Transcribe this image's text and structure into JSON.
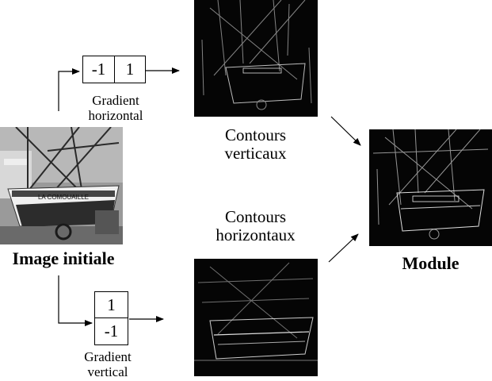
{
  "input": {
    "caption": "Image initiale",
    "boat_name": "LA COMOUAILLE"
  },
  "kernels": {
    "horizontal": {
      "cells": [
        "-1",
        "1"
      ],
      "caption_line1": "Gradient",
      "caption_line2": "horizontal"
    },
    "vertical": {
      "cells": [
        "1",
        "-1"
      ],
      "caption_line1": "Gradient",
      "caption_line2": "vertical"
    }
  },
  "outputs": {
    "vertical_edges": {
      "line1": "Contours",
      "line2": "verticaux"
    },
    "horizontal_edges": {
      "line1": "Contours",
      "line2": "horizontaux"
    },
    "magnitude": {
      "caption": "Module"
    }
  },
  "colors": {
    "ink": "#000000",
    "background": "#ffffff",
    "edge_image": "#050505"
  }
}
